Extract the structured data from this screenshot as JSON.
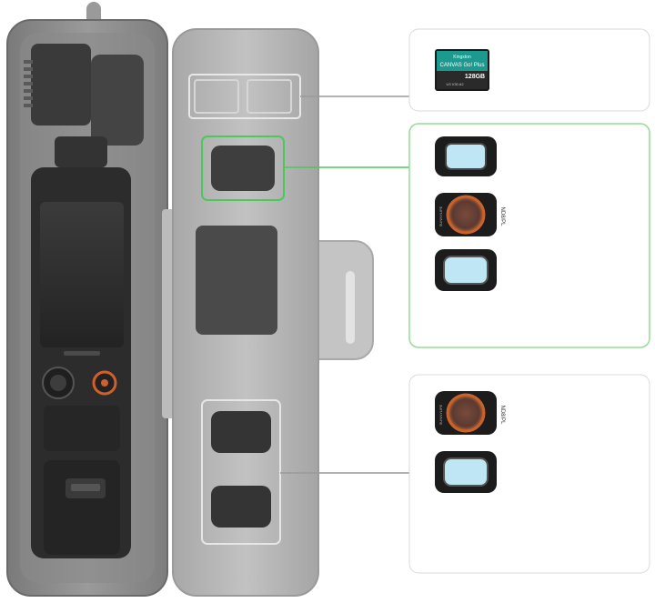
{
  "image": {
    "kind": "product-illustration",
    "subject": "camera gimbal inside a clear storage case with accessory slots"
  },
  "sd_card": {
    "brand": "Kingston",
    "line": "CANVAS Go! Plus",
    "capacity": "128GB",
    "speed": "U3 V30 A2",
    "read": "170MB/s",
    "model": "SDCG3/128GB"
  },
  "filter_label": "ND8/PL",
  "filter_brand": "SUNNYLIFE",
  "colors": {
    "accent_green": "#4cc75a",
    "card_border": "#d9d9d9",
    "case_gray": "#8e8e8e",
    "device_black": "#2a2a2a",
    "filter_orange": "#c8632c",
    "filter_blue": "#bfe6f4"
  },
  "icons": {
    "sd_card": "sd-card-icon",
    "filter_dark": "nd-filter-icon",
    "filter_orange": "ndpl-filter-icon",
    "filter_blue": "clear-filter-icon"
  }
}
